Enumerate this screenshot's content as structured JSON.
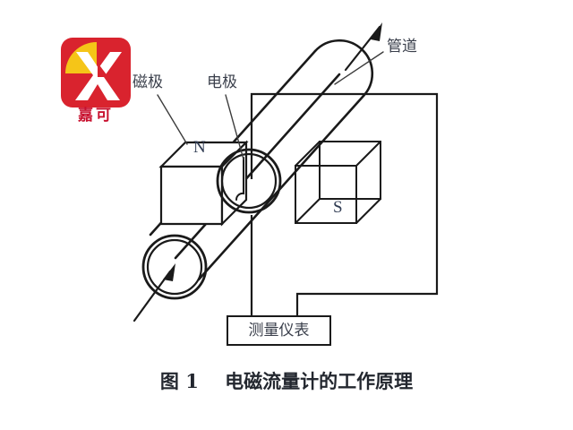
{
  "figure": {
    "caption": "图 1    电磁流量计的工作原理",
    "caption_number": "图 1",
    "caption_title": "电磁流量计的工作原理"
  },
  "brand": {
    "logo_icon": "jiake-logo-icon",
    "name": "嘉可",
    "colors": {
      "red": "#d9232e",
      "gold": "#f5c518",
      "white": "#ffffff"
    }
  },
  "labels": {
    "magnetic_pole": "磁极",
    "electrode": "电极",
    "pipeline": "管道",
    "instrument": "测量仪表"
  },
  "poles": {
    "north": "N",
    "south": "S"
  },
  "colors": {
    "stroke": "#1a1a1a",
    "thin_stroke": "#3c3c3c",
    "label_text": "#3a3f4b",
    "pole_text": "#2f3b52",
    "caption_text": "#23272f",
    "background": "#ffffff"
  },
  "diagram": {
    "type": "electromagnetic-flowmeter-schematic",
    "elements": [
      "pipeline",
      "inlet-cross-section",
      "outlet-cap",
      "north-magnet-block",
      "south-magnet-block",
      "measuring-tube-cross-section",
      "electrode",
      "signal-wiring",
      "measuring-instrument",
      "flow-direction-arrow",
      "pipeline-direction-arrow"
    ]
  }
}
